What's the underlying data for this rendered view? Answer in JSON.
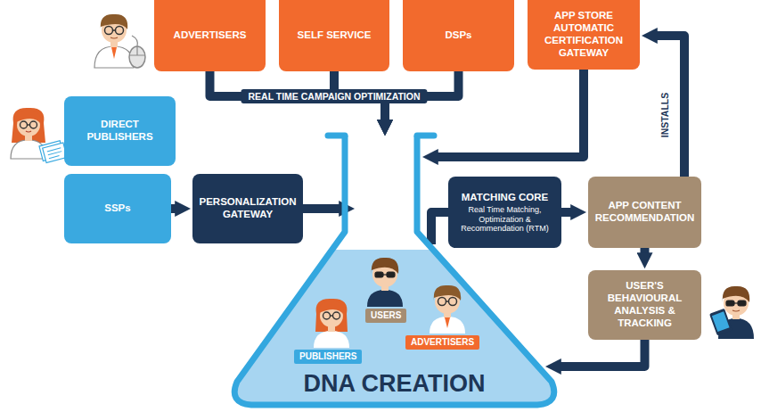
{
  "diagram": {
    "nodes": [
      {
        "text": [
          "ADVERTISERS"
        ]
      },
      {
        "text": [
          "SELF SERVICE"
        ]
      },
      {
        "text": [
          "DSPs"
        ]
      },
      {
        "text": [
          "APP STORE AUTOMATIC CERTIFICATION GATEWAY"
        ]
      },
      {
        "text": [
          "DIRECT PUBLISHERS"
        ]
      },
      {
        "text": [
          "SSPs"
        ]
      },
      {
        "text": [
          "PERSONALIZATION GATEWAY"
        ]
      },
      {
        "text": [
          "MATCHING CORE",
          "Real Time Matching, Optimization & Recommendation (RTM)"
        ]
      },
      {
        "text": [
          "APP CONTENT RECOMMENDATION"
        ]
      },
      {
        "text": [
          "USER'S BEHAVIOURAL ANALYSIS & TRACKING"
        ]
      },
      {
        "text": [
          "DNA CREATION"
        ]
      },
      {
        "text": [
          "USERS"
        ],
        "in": 10
      },
      {
        "text": [
          "PUBLISHERS"
        ],
        "in": 10
      },
      {
        "text": [
          "ADVERTISERS"
        ],
        "in": 10
      }
    ],
    "edges": [
      {
        "from": 0,
        "to": 10,
        "arrow": "to"
      },
      {
        "from": 1,
        "to": 10,
        "label": "REAL TIME CAMPAIGN OPTIMIZATION",
        "arrow": "to"
      },
      {
        "from": 2,
        "to": 10,
        "arrow": "to"
      },
      {
        "from": 5,
        "to": 6,
        "arrow": "to"
      },
      {
        "from": 6,
        "to": 10,
        "arrow": "to"
      },
      {
        "from": 3,
        "to": 10,
        "arrow": "to"
      },
      {
        "from": 10,
        "to": 7,
        "arrow": "none"
      },
      {
        "from": 7,
        "to": 8,
        "arrow": "to"
      },
      {
        "from": 8,
        "to": 3,
        "label": "INSTALLS",
        "arrow": "to"
      },
      {
        "from": 8,
        "to": 9,
        "arrow": "to"
      },
      {
        "from": 9,
        "to": 10,
        "arrow": "to"
      }
    ]
  }
}
